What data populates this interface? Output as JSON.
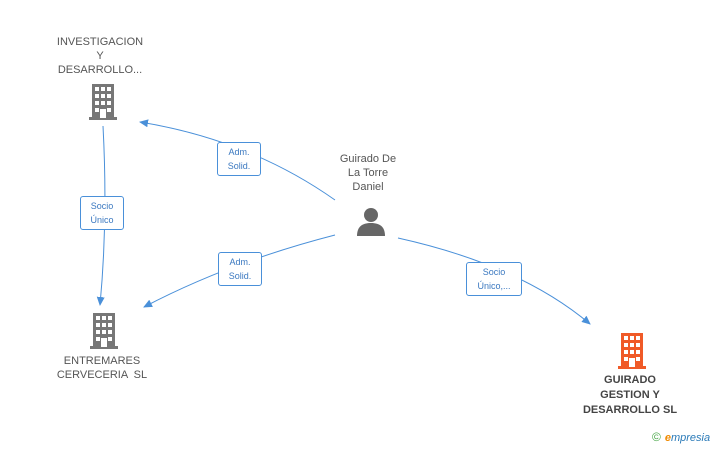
{
  "nodes": {
    "investigacion": {
      "lines": [
        "INVESTIGACION",
        "Y",
        "DESARROLLO..."
      ]
    },
    "person": {
      "lines": [
        "Guirado De",
        "La Torre",
        "Daniel"
      ]
    },
    "entremares": {
      "lines": [
        "ENTREMARES",
        "CERVECERIA  SL"
      ]
    },
    "guirado": {
      "lines": [
        "GUIRADO",
        "GESTION Y",
        "DESARROLLO SL"
      ]
    }
  },
  "edges": {
    "person_to_investigacion": {
      "lines": [
        "Adm.",
        "Solid."
      ]
    },
    "investigacion_to_entremares": {
      "lines": [
        "Socio",
        "Único"
      ]
    },
    "person_to_entremares": {
      "lines": [
        "Adm.",
        "Solid."
      ]
    },
    "person_to_guirado": {
      "lines": [
        "Socio",
        "Único,..."
      ]
    }
  },
  "colors": {
    "edge": "#4a90d9",
    "company_icon": "#777777",
    "focus_icon": "#f05a28",
    "person_icon": "#666666"
  },
  "icons": {
    "company": "building-icon",
    "person": "person-icon"
  },
  "footer": {
    "copyright": "©",
    "brand_e": "e",
    "brand_rest": "mpresia"
  }
}
